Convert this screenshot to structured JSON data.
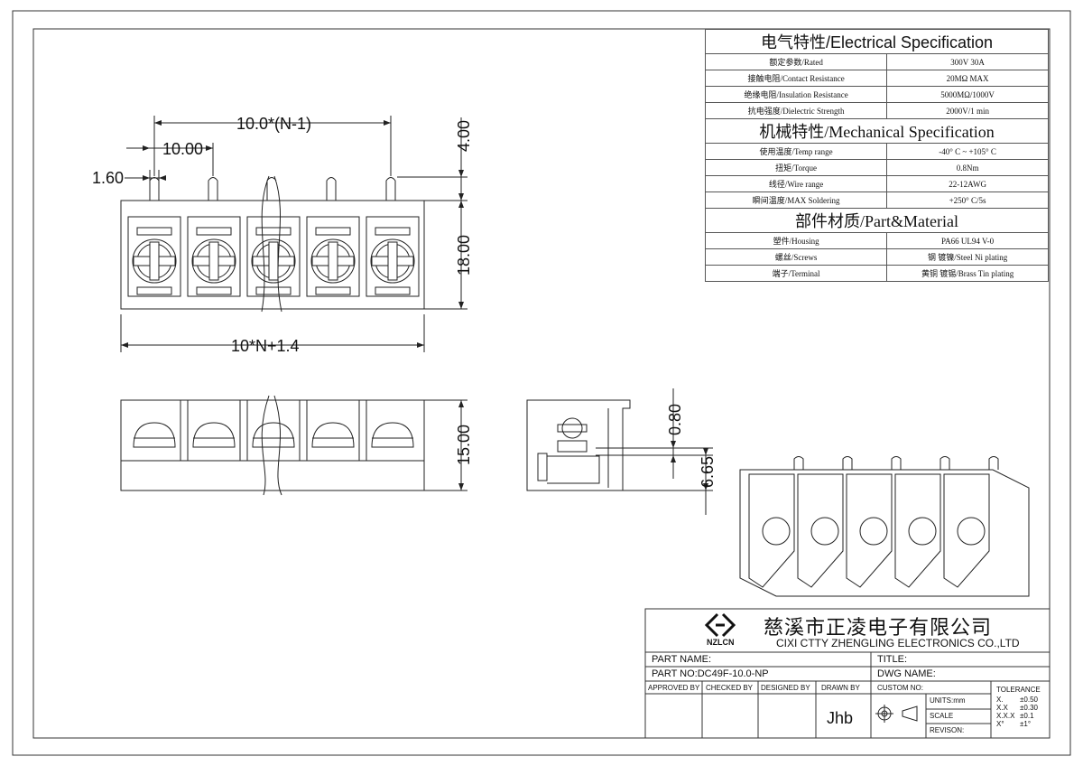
{
  "dimensions": {
    "pitch_total": "10.0*(N-1)",
    "pitch": "10.00",
    "pin_width": "1.60",
    "pin_height": "4.00",
    "body_height": "18.00",
    "total_length": "10*N+1.4",
    "side_height": "15.00",
    "pin_thickness": "0.80",
    "pin_offset": "6.65"
  },
  "spec": {
    "electrical_title": "电气特性/Electrical Specification",
    "electrical_rows": [
      {
        "label": "额定参数/Rated",
        "value": "300V  30A"
      },
      {
        "label": "接触电阻/Contact Resistance",
        "value": "20MΩ MAX"
      },
      {
        "label": "绝缘电阻/Insulation Resistance",
        "value": "5000MΩ/1000V"
      },
      {
        "label": "抗电强度/Dielectric Strength",
        "value": "2000V/1 min"
      }
    ],
    "mechanical_title": "机械特性/Mechanical Specification",
    "mechanical_rows": [
      {
        "label": "使用温度/Temp range",
        "value": "-40° C ~ +105° C"
      },
      {
        "label": "扭矩/Torque",
        "value": "0.8Nm"
      },
      {
        "label": "线径/Wire range",
        "value": "22-12AWG"
      },
      {
        "label": "瞬间温度/MAX Soldering",
        "value": "+250° C/5s"
      }
    ],
    "material_title": "部件材质/Part&Material",
    "material_rows": [
      {
        "label": "塑件/Housing",
        "value": "PA66 UL94 V-0"
      },
      {
        "label": "螺丝/Screws",
        "value": "钢 镀镍/Steel Ni plating"
      },
      {
        "label": "端子/Terminal",
        "value": "黄铜 镀锡/Brass Tin  plating"
      }
    ]
  },
  "title_block": {
    "logo_text": "NZLCN",
    "company_cn": "慈溪市正凌电子有限公司",
    "company_en": "CIXI CTTY ZHENGLING ELECTRONICS CO.,LTD",
    "part_name_label": "PART NAME:",
    "title_label": "TITLE:",
    "part_no": "PART NO:DC49F-10.0-NP",
    "dwg_name_label": "DWG NAME:",
    "approved_by": "APPROVED BY",
    "checked_by": "CHECKED BY",
    "designed_by": "DESIGNED BY",
    "drawn_by": "DRAWN BY",
    "drawn_by_value": "Jhb",
    "custom_no": "CUSTOM NO:",
    "units": "UNITS:mm",
    "scale": "SCALE",
    "revision": "REVISON:",
    "tolerance_title": "TOLERANCE",
    "tolerances": [
      {
        "k": "X.",
        "v": "±0.50"
      },
      {
        "k": "X.X",
        "v": "±0.30"
      },
      {
        "k": "X.X.X",
        "v": "±0.1"
      },
      {
        "k": "X°",
        "v": "±1°"
      }
    ]
  }
}
